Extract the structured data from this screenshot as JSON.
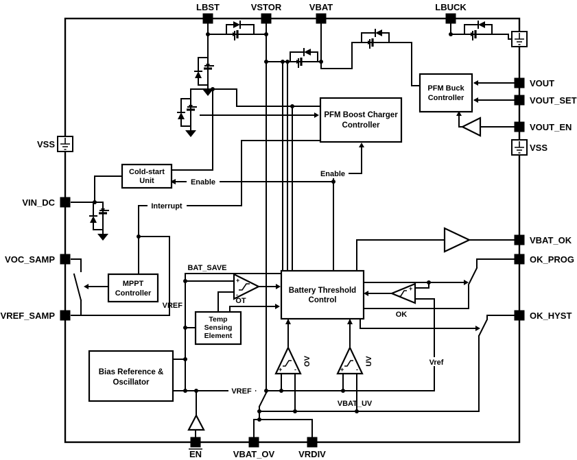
{
  "pins": {
    "top": [
      "LBST",
      "VSTOR",
      "VBAT",
      "LBUCK"
    ],
    "right": [
      "VOUT",
      "VOUT_SET",
      "VOUT_EN",
      "VSS",
      "VBAT_OK",
      "OK_PROG",
      "OK_HYST"
    ],
    "left": [
      "VSS",
      "VIN_DC",
      "VOC_SAMP",
      "VREF_SAMP"
    ],
    "bottom": [
      "EN",
      "VBAT_OV",
      "VRDIV"
    ]
  },
  "blocks": {
    "cold_start": {
      "lines": [
        "Cold-start",
        "Unit"
      ]
    },
    "mppt": {
      "lines": [
        "MPPT",
        "Controller"
      ]
    },
    "boost": {
      "lines": [
        "PFM Boost Charger",
        "Controller"
      ]
    },
    "buck": {
      "lines": [
        "PFM Buck",
        "Controller"
      ]
    },
    "battery_threshold": {
      "lines": [
        "Battery Threshold",
        "Control"
      ]
    },
    "temp_sensing": {
      "lines": [
        "Temp",
        "Sensing",
        "Element"
      ]
    },
    "bias_osc": {
      "lines": [
        "Bias Reference &",
        "Oscillator"
      ]
    }
  },
  "comparators": {
    "ot": "OT",
    "ok": "OK",
    "ov": "OV",
    "uv": "UV",
    "plus": "+",
    "minus": "-"
  },
  "wire_labels": {
    "enable_coldstart": "Enable",
    "enable_boost": "Enable",
    "interrupt": "Interrupt",
    "bat_save": "BAT_SAVE",
    "vref_ot": "VREF",
    "vref_bottom": "VREF",
    "vref_ok": "Vref",
    "vbat_uv": "VBAT_UV"
  },
  "colors": {
    "line": "#000000",
    "background": "#ffffff"
  }
}
